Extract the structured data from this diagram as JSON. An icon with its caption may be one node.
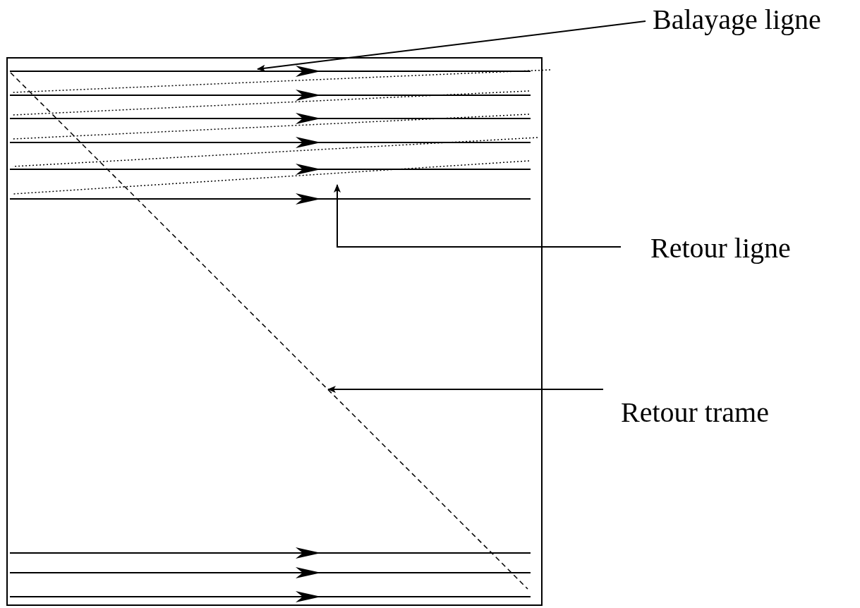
{
  "diagram": {
    "nodes": [
      {
        "text": [
          "Balayage ligne"
        ]
      },
      {
        "text": [
          "Retour ligne"
        ]
      },
      {
        "text": [
          "Retour trame"
        ]
      }
    ],
    "edges": [
      {
        "from": 0,
        "to": null,
        "arrow": "to"
      },
      {
        "from": 1,
        "to": null,
        "arrow": "to"
      },
      {
        "from": 2,
        "to": null,
        "arrow": "to"
      }
    ]
  }
}
